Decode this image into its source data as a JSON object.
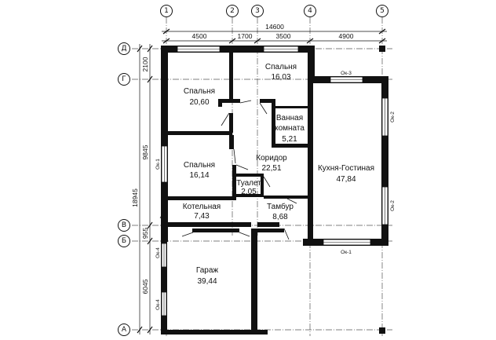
{
  "axes": {
    "vertical": [
      "1",
      "2",
      "3",
      "4",
      "5"
    ],
    "horizontal": [
      "Д",
      "Г",
      "В",
      "Б",
      "А"
    ]
  },
  "dimensions": {
    "overall_top": "14600",
    "top_segments": [
      "4500",
      "1700",
      "3500",
      "4900"
    ],
    "overall_left": "18945",
    "left_inner": [
      "2100",
      "9845",
      "955",
      "6045"
    ]
  },
  "rooms": [
    {
      "name": "Спальня",
      "area": "16,03"
    },
    {
      "name": "Спальня",
      "area": "20,60"
    },
    {
      "name": "Ванная",
      "name2": "комната",
      "area": "5,21"
    },
    {
      "name": "Спальня",
      "area": "16,14"
    },
    {
      "name": "Коридор",
      "area": "22,51"
    },
    {
      "name": "Кухня-Гостиная",
      "area": "47,84"
    },
    {
      "name": "Туалет",
      "area": "2,05"
    },
    {
      "name": "Котельная",
      "area": "7,43"
    },
    {
      "name": "Тамбур",
      "area": "8,68"
    },
    {
      "name": "Гараж",
      "area": "39,44"
    }
  ],
  "windows": [
    "Ок-3",
    "Ок-2",
    "Ок-2",
    "Ок-1",
    "Ок-1",
    "Ок-4",
    "Ок-4"
  ]
}
